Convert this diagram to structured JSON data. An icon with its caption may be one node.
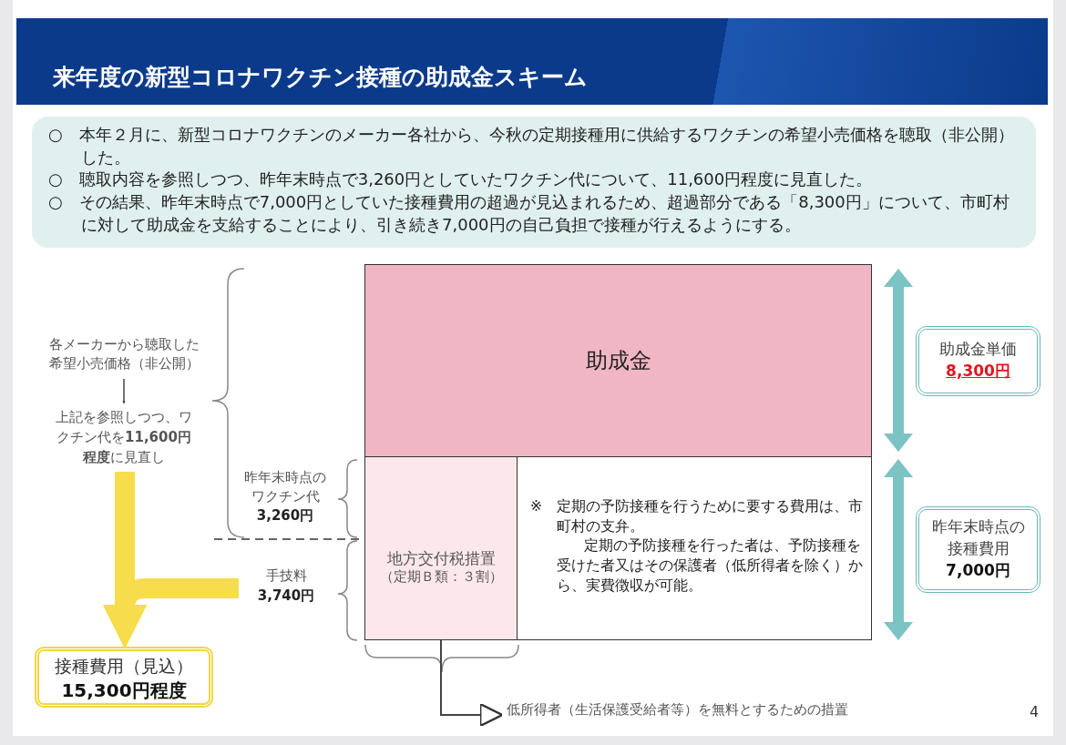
{
  "diagram": {
    "title": "来年度の新型コロナワクチン接種の助成金スキーム",
    "nodes": [
      {
        "text": [
          "○　本年２月に、新型コロナワクチンのメーカー各社から、今秋の定期接種用に供給するワクチンの希望小売価格を聴取（非公開）した。",
          "○　聴取内容を参照しつつ、昨年末時点で3,260円としていたワクチン代について、11,600円程度に見直した。",
          "○　その結果、昨年末時点で7,000円としていた接種費用の超過が見込まれるため、超過部分である「8,300円」について、市町村に対して助成金を支給することにより、引き続き7,000円の自己負担で接種が行えるようにする。"
        ]
      },
      {
        "text": [
          "各メーカーから聴取した希望小売価格（非公開）"
        ]
      },
      {
        "text": [
          "上記を参照しつつ、ワクチン代を**11,600円程度**に見直し"
        ]
      },
      {
        "text": [
          "昨年末時点のワクチン代",
          "3,260円"
        ]
      },
      {
        "text": [
          "手技料",
          "3,740円"
        ]
      },
      {
        "text": [
          "接種費用（見込）",
          "15,300円程度"
        ]
      },
      {
        "text": [
          "助成金"
        ]
      },
      {
        "text": [
          "地方交付税措置",
          "（定期Ｂ類：３割）"
        ]
      },
      {
        "text": [
          "※　定期の予防接種を行うために要する費用は、市町村の支弁。",
          "定期の予防接種を行った者は、予防接種を受けた者又はその保護者（低所得者を除く）から、実費徴収が可能。"
        ]
      },
      {
        "text": [
          "助成金単価",
          "8,300円"
        ]
      },
      {
        "text": [
          "昨年末時点の接種費用",
          "7,000円"
        ]
      },
      {
        "text": [
          "低所得者（生活保護受給者等）を無料とするための措置"
        ]
      }
    ],
    "edges": [
      {
        "from": 1,
        "to": 2,
        "arrow": "to"
      },
      {
        "from": 2,
        "to": 5,
        "arrow": "to",
        "style": "thick",
        "color": "#f7dc4b"
      },
      {
        "from": 4,
        "to": 5,
        "arrow": "to",
        "style": "thick",
        "color": "#f7dc4b"
      },
      {
        "from": 7,
        "to": 11,
        "arrow": "to"
      }
    ],
    "labels": [
      "4"
    ]
  }
}
